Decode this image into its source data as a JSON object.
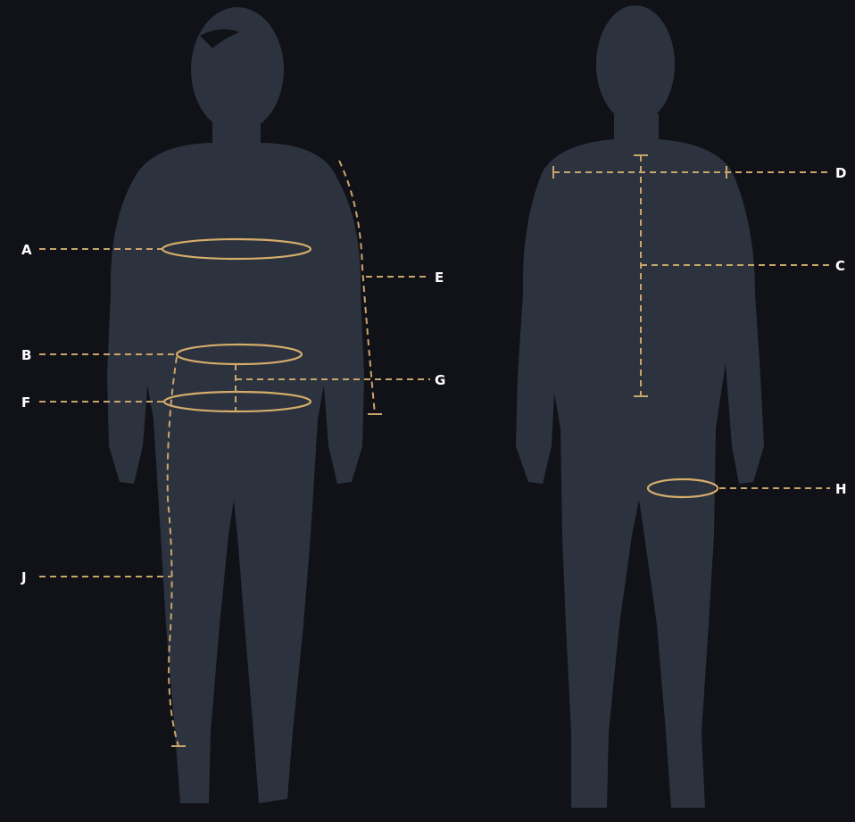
{
  "colors": {
    "background": "#111118",
    "silhouette": "#2c333f",
    "measure_line": "#c9a56b",
    "label": "#ffffff"
  },
  "labels": {
    "a": "A",
    "b": "B",
    "c": "C",
    "d": "D",
    "e": "E",
    "f": "F",
    "g": "G",
    "h": "H",
    "j": "J"
  }
}
